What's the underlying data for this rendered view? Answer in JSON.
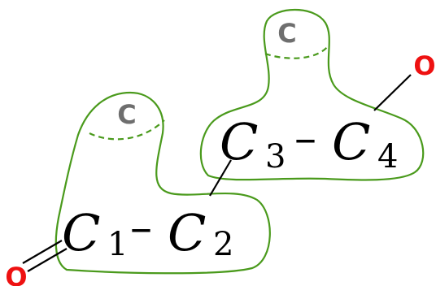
{
  "left_group": {
    "cap_label": "C",
    "c1_symbol": "C",
    "c1_sub": "1",
    "bond_symbol": "–",
    "c2_symbol": "C",
    "c2_sub": "2",
    "oxygen_label": "O"
  },
  "right_group": {
    "cap_label": "C",
    "c3_symbol": "C",
    "c3_sub": "3",
    "bond_symbol": "–",
    "c4_symbol": "C",
    "c4_sub": "4",
    "oxygen_label": "O"
  },
  "colors": {
    "outline": "#4a9a1c",
    "cap_text": "#6e6e6e",
    "oxygen": "#ee1111",
    "bond": "#000000"
  }
}
